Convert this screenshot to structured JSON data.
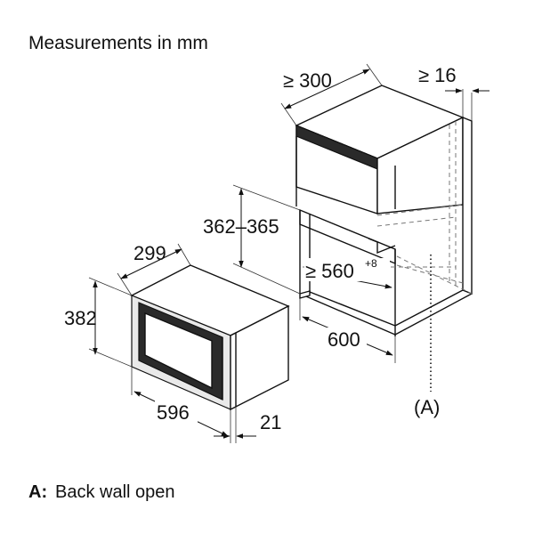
{
  "heading": "Measurements in mm",
  "legend": {
    "key": "A:",
    "text": "Back wall open"
  },
  "callout": "(A)",
  "dimensions": {
    "cabinet_depth": "≥ 300",
    "cabinet_side": "≥ 16",
    "cabinet_niche_height": "362–365",
    "cabinet_niche_width": "≥ 560",
    "cabinet_niche_width_tolerance": "+8",
    "cabinet_width": "600",
    "appliance_depth": "299",
    "appliance_height": "382",
    "appliance_width": "596",
    "appliance_frame": "21"
  }
}
